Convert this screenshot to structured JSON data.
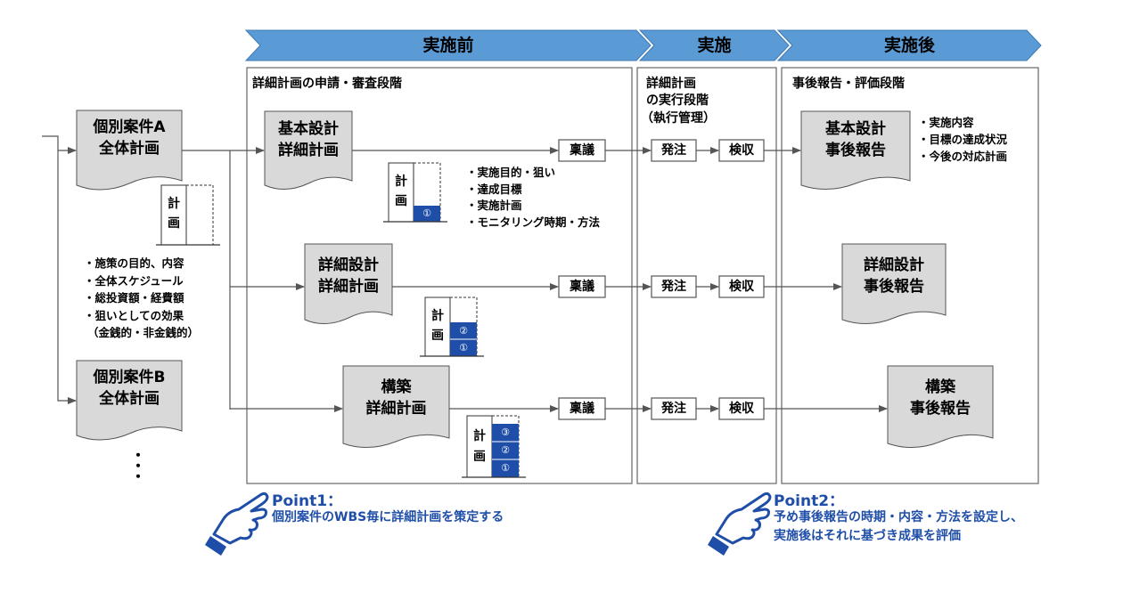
{
  "phases": [
    "実施前",
    "実施",
    "実施後"
  ],
  "panels": {
    "before_title": "詳細計画の申請・審査段階",
    "during_title_lines": [
      "詳細計画",
      "の実行段階",
      "（執行管理）"
    ],
    "after_title": "事後報告・評価段階"
  },
  "left": {
    "project_a": [
      "個別案件A",
      "全体計画"
    ],
    "project_b": [
      "個別案件B",
      "全体計画"
    ],
    "plan_label": [
      "計",
      "画"
    ],
    "items": [
      "・施策の目的、内容",
      "・全体スケジュール",
      "・総投資額・経費額",
      "・狙いとしての効果",
      "（金銭的・非金銭的）"
    ],
    "more": [
      "・",
      "・",
      "・"
    ]
  },
  "rows": [
    {
      "plan_doc": [
        "基本設計",
        "詳細計画"
      ],
      "plan_label": [
        "計",
        "画"
      ],
      "plan_numbers": [
        "①"
      ],
      "notes": [
        "・実施目的・狙い",
        "・達成目標",
        "・実施計画",
        "・モニタリング時期・方法"
      ],
      "ringi": "稟議",
      "order": "発注",
      "inspect": "検収",
      "report_doc": [
        "基本設計",
        "事後報告"
      ],
      "report_notes": [
        "・実施内容",
        "・目標の達成状況",
        "・今後の対応計画"
      ]
    },
    {
      "plan_doc": [
        "詳細設計",
        "詳細計画"
      ],
      "plan_label": [
        "計",
        "画"
      ],
      "plan_numbers": [
        "②",
        "①"
      ],
      "ringi": "稟議",
      "order": "発注",
      "inspect": "検収",
      "report_doc": [
        "詳細設計",
        "事後報告"
      ]
    },
    {
      "plan_doc": [
        "構築",
        "詳細計画"
      ],
      "plan_label": [
        "計",
        "画"
      ],
      "plan_numbers": [
        "③",
        "②",
        "①"
      ],
      "ringi": "稟議",
      "order": "発注",
      "inspect": "検収",
      "report_doc": [
        "構築",
        "事後報告"
      ]
    }
  ],
  "points": [
    {
      "title": "Point1：",
      "text": [
        "個別案件のWBS毎に詳細計画を策定する"
      ]
    },
    {
      "title": "Point2：",
      "text": [
        "予め事後報告の時期・内容・方法を設定し、",
        "実施後はそれに基づき成果を評価"
      ]
    }
  ],
  "colors": {
    "chevron": "#5b9bd5",
    "doc_fill": "#d9d9d9",
    "plan_fill": "#1f4ea8",
    "point_text": "#1f4ea8",
    "line": "#555555"
  }
}
